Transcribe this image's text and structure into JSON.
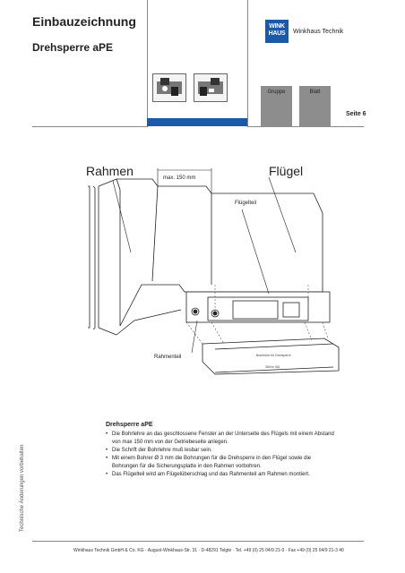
{
  "header": {
    "title": "Einbauzeichnung",
    "subtitle": "Drehsperre aPE",
    "logo_text": "WINK HAUS",
    "brand": "Winkhaus Technik",
    "gruppe_label": "Gruppe",
    "blatt_label": "Blatt",
    "page_label": "Seite 6",
    "accent_color": "#1a5aa8"
  },
  "drawing": {
    "rahmen": "Rahmen",
    "fluegel": "Flügel",
    "max_label": "max. 150 mm",
    "fluegelteil": "Flügelteil",
    "rahmenteil": "Rahmenteil",
    "template_text_1": "Bohrlehre für Drehsperre",
    "template_text_2": "360/m 451"
  },
  "description": {
    "title": "Drehsperre aPE",
    "items": [
      "Die Bohrlehre an das geschlossene Fenster an der Unterseite des Flügels mit einem Abstand von max 150 mm von der Getriebeseite anlegen.",
      "Die Schrift der Bohrlehre muß lesbar sein.",
      "Mit einem Bohrer Ø 3 mm die Bohrungen für die Drehsperre in den Flügel sowie die Bohrungen für die Sicherungsplatte in den Rahmen vorbohren.",
      "Das Flügelteil wird am Flügelüberschlag und das Rahmenteil am Rahmen montiert."
    ]
  },
  "sidenote": "Technische Änderungen vorbehalten",
  "footer": "Winkhaus Technik GmbH & Co. KG · August-Winkhaus-Str. 31 · D-48291 Telgte · Tel. +49 (0) 25 04/9 21-0 · Fax +49 (0) 25 04/9 21-3 40"
}
